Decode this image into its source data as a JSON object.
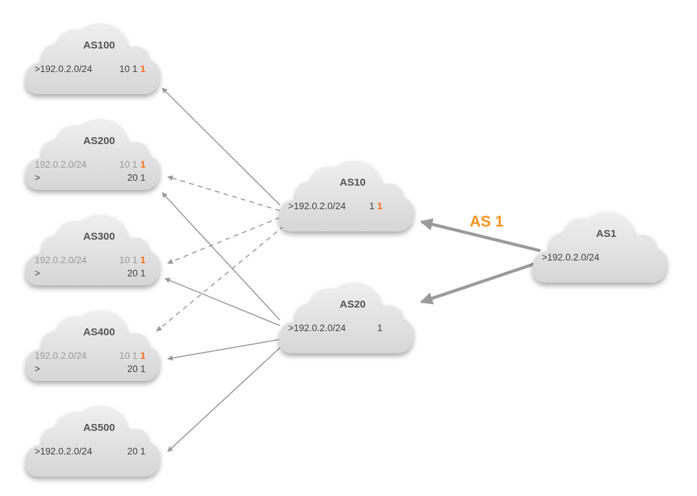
{
  "colors": {
    "cloud_fill": "#e4e4e4",
    "arrow": "#9a9a9a",
    "highlight": "#ff6a13",
    "label": "#f7931e"
  },
  "annotation": {
    "as_label": "AS 1"
  },
  "clouds": [
    {
      "id": "as100",
      "name": "AS100",
      "rows": [
        {
          "marker": ">",
          "prefix": "192.0.2.0/24",
          "path": "10 1",
          "hl": "1",
          "dim": false
        }
      ]
    },
    {
      "id": "as200",
      "name": "AS200",
      "rows": [
        {
          "marker": "",
          "prefix": "192.0.2.0/24",
          "path": "10 1",
          "hl": "1",
          "dim": true
        },
        {
          "marker": ">",
          "prefix": "",
          "path": "20 1",
          "hl": "",
          "dim": false
        }
      ]
    },
    {
      "id": "as300",
      "name": "AS300",
      "rows": [
        {
          "marker": "",
          "prefix": "192.0.2.0/24",
          "path": "10 1",
          "hl": "1",
          "dim": true
        },
        {
          "marker": ">",
          "prefix": "",
          "path": "20 1",
          "hl": "",
          "dim": false
        }
      ]
    },
    {
      "id": "as400",
      "name": "AS400",
      "rows": [
        {
          "marker": "",
          "prefix": "192.0.2.0/24",
          "path": "10 1",
          "hl": "1",
          "dim": true
        },
        {
          "marker": ">",
          "prefix": "",
          "path": "20 1",
          "hl": "",
          "dim": false
        }
      ]
    },
    {
      "id": "as500",
      "name": "AS500",
      "rows": [
        {
          "marker": ">",
          "prefix": "192.0.2.0/24",
          "path": "20 1",
          "hl": "",
          "dim": false
        }
      ]
    },
    {
      "id": "as10",
      "name": "AS10",
      "rows": [
        {
          "marker": ">",
          "prefix": "192.0.2.0/24",
          "path": "1",
          "hl": "1",
          "dim": false
        }
      ]
    },
    {
      "id": "as20",
      "name": "AS20",
      "rows": [
        {
          "marker": ">",
          "prefix": "192.0.2.0/24",
          "path": "1",
          "hl": "",
          "dim": false
        }
      ]
    },
    {
      "id": "as1",
      "name": "AS1",
      "rows": [
        {
          "marker": ">",
          "prefix": "192.0.2.0/24",
          "path": "",
          "hl": "",
          "dim": false
        }
      ]
    }
  ],
  "links": [
    {
      "from": "as1",
      "to": "as10",
      "style": "heavy"
    },
    {
      "from": "as1",
      "to": "as20",
      "style": "heavy"
    },
    {
      "from": "as10",
      "to": "as100",
      "style": "solid"
    },
    {
      "from": "as10",
      "to": "as200",
      "style": "dashed"
    },
    {
      "from": "as10",
      "to": "as300",
      "style": "dashed"
    },
    {
      "from": "as10",
      "to": "as400",
      "style": "dashed"
    },
    {
      "from": "as20",
      "to": "as200",
      "style": "solid"
    },
    {
      "from": "as20",
      "to": "as300",
      "style": "solid"
    },
    {
      "from": "as20",
      "to": "as400",
      "style": "solid"
    },
    {
      "from": "as20",
      "to": "as500",
      "style": "solid"
    }
  ]
}
